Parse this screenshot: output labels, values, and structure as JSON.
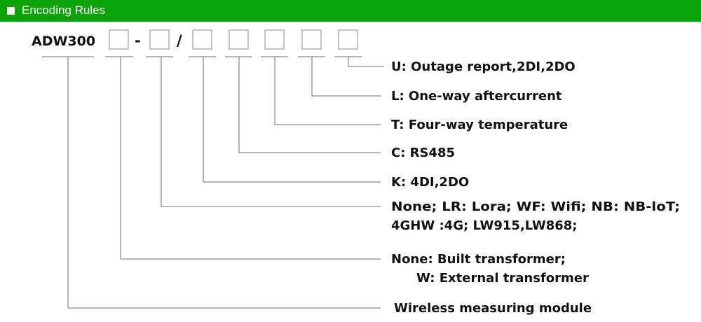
{
  "header": {
    "title": "Encoding Rules",
    "color": "#0aa40a"
  },
  "model": {
    "prefix": "ADW300",
    "dash": "-",
    "slash": "/"
  },
  "codes": {
    "u": "U:  Outage report,2DI,2DO",
    "l": "L:  One-way aftercurrent",
    "t": "T:  Four-way temperature",
    "c": "C:  RS485",
    "k": "K:  4DI,2DO",
    "comm_line1": "None;  LR: Lora;  WF: Wifi;  NB: NB-loT;",
    "comm_line2": "4GHW :4G;  LW915,LW868;",
    "tr_line1": "None: Built transformer;",
    "tr_line2": "W: External transformer",
    "base": "Wireless measuring module"
  }
}
